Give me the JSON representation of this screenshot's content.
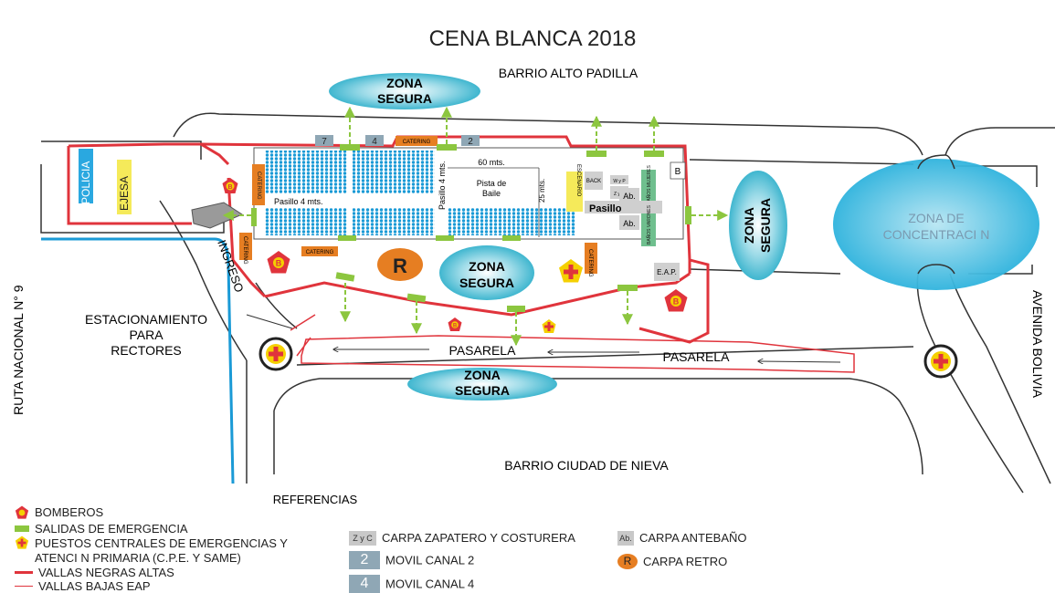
{
  "title": "CENA BLANCA 2018",
  "labels": {
    "barrio_alto": "BARRIO ALTO PADILLA",
    "barrio_ciudad": "BARRIO CIUDAD DE NIEVA",
    "ruta": "RUTA NACIONAL N° 9",
    "avenida": "AVENIDA BOLIVIA",
    "estacionamiento": [
      "ESTACIONAMIENTO",
      "PARA",
      "RECTORES"
    ],
    "ingreso": "INGRESO",
    "pasarela": "PASARELA",
    "policia": "POLICIA",
    "ejesa": "EJESA",
    "zona_segura": [
      "ZONA",
      "SEGURA"
    ],
    "zona_concentracion": [
      "ZONA DE",
      "CONCENTRACI N"
    ],
    "pasillo_4": "Pasillo 4 mts.",
    "pasillo": "Pasillo",
    "pista": [
      "Pista de",
      "Baile"
    ],
    "dim_60": "60 mts.",
    "dim_25": "25 mts.",
    "catering": "CATERING",
    "escenario": "ESCENARIO",
    "back": "BACK",
    "mujeres": "BAÑOS MUJERES",
    "varones": "BAÑOS VARONES",
    "b": "B",
    "ab": "Ab.",
    "eap": "E.A.P.",
    "r": "R",
    "movil_2": "2",
    "movil_4": "4",
    "movil_7": "7",
    "zyc": "Z y C",
    "wyp": "W y P",
    "bomberos_mark": "B"
  },
  "legend": {
    "title": "REFERENCIAS",
    "bomberos": "BOMBEROS",
    "salidas": "SALIDAS DE EMERGENCIA",
    "puestos_1": "PUESTOS CENTRALES DE EMERGENCIAS Y",
    "puestos_2": "ATENCI N PRIMARIA   (C.P.E. Y SAME)",
    "vallas_altas": "VALLAS NEGRAS ALTAS",
    "vallas_bajas": "VALLAS BAJAS EAP",
    "zyc_sym": "Z y C",
    "zyc": "CARPA ZAPATERO Y COSTURERA",
    "canal2_sym": "2",
    "canal2": "MOVIL CANAL 2",
    "canal4_sym": "4",
    "canal4": "MOVIL CANAL 4",
    "ab_sym": "Ab.",
    "ab": "CARPA ANTEBAÑO",
    "r_sym": "R",
    "r": "CARPA RETRO"
  },
  "colors": {
    "fence": "#e0343c",
    "exit": "#8cc63f",
    "zone": "#5ec4d8",
    "seat": "#1a9ad6",
    "bombero": "#e0343c",
    "cross": "#f5d000",
    "orange": "#e67e22"
  }
}
